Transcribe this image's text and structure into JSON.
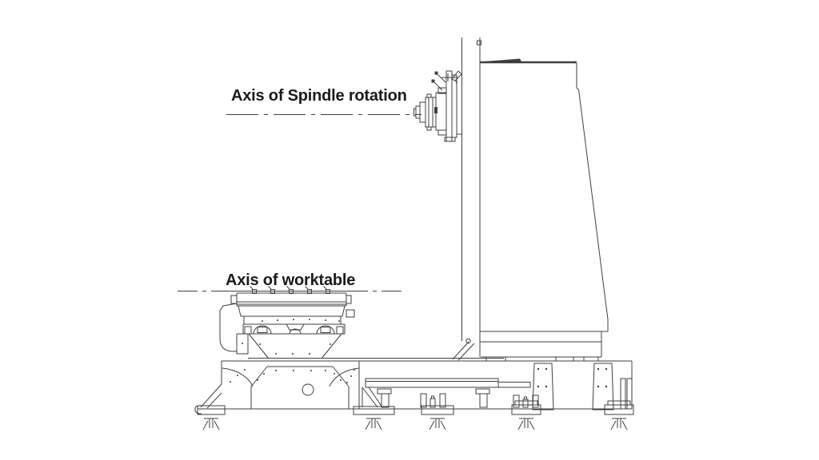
{
  "page": {
    "background": "#ffffff",
    "ink_color": "#3f3f3f",
    "label_color": "#1b1b1b"
  },
  "annotations": {
    "spindle_axis_label": "Axis of Spindle rotation",
    "worktable_axis_label": "Axis of worktable"
  },
  "diagram": {
    "type": "technical-line-drawing",
    "parts": [
      "spindle-axis-centerline",
      "worktable-axis-centerline",
      "machine-column",
      "machine-body",
      "spindle-head",
      "rotary-worktable",
      "base-pedestal",
      "guideway-rail",
      "body-supports",
      "machine-base",
      "leveling-feet"
    ]
  }
}
